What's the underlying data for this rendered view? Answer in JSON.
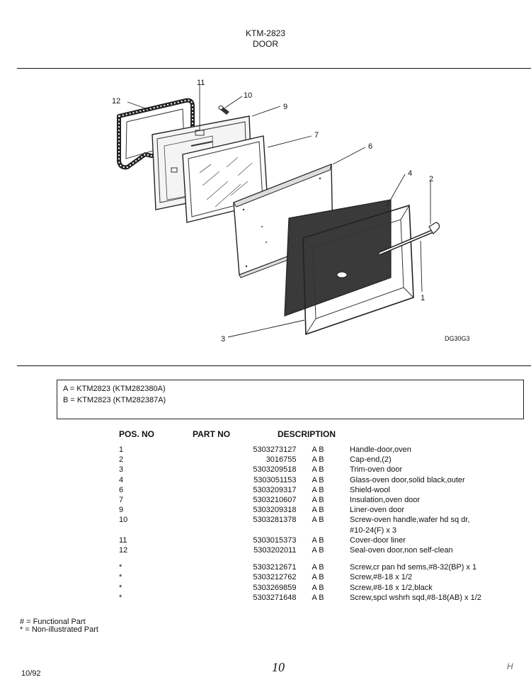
{
  "header": {
    "model": "KTM-2823",
    "section": "DOOR"
  },
  "diagram": {
    "code": "DG30G3",
    "callouts": [
      "12",
      "11",
      "10",
      "9",
      "7",
      "6",
      "4",
      "2",
      "1",
      "3"
    ]
  },
  "models": [
    {
      "key": "A",
      "text": "A  =  KTM2823 (KTM282380A)"
    },
    {
      "key": "B",
      "text": "B  =  KTM2823 (KTM282387A)"
    }
  ],
  "columns": {
    "pos": "POS. NO",
    "part": "PART NO",
    "desc": "DESCRIPTION"
  },
  "parts": [
    {
      "pos": "1",
      "part": "5303273127",
      "models": "A  B",
      "desc": "Handle-door,oven"
    },
    {
      "pos": "2",
      "part": "3016755",
      "models": "A  B",
      "desc": "Cap-end,(2)"
    },
    {
      "pos": "3",
      "part": "5303209518",
      "models": "A  B",
      "desc": "Trim-oven door"
    },
    {
      "pos": "4",
      "part": "5303051153",
      "models": "A  B",
      "desc": "Glass-oven door,solid black,outer"
    },
    {
      "pos": "6",
      "part": "5303209317",
      "models": "A  B",
      "desc": "Shield-wool"
    },
    {
      "pos": "7",
      "part": "5303210607",
      "models": "A  B",
      "desc": "Insulation,oven door"
    },
    {
      "pos": "9",
      "part": "5303209318",
      "models": "A  B",
      "desc": "Liner-oven door"
    },
    {
      "pos": "10",
      "part": "5303281378",
      "models": "A  B",
      "desc": "Screw-oven handle,wafer hd sq dr,",
      "desc2": "#10-24(F) x 3"
    },
    {
      "pos": "11",
      "part": "5303015373",
      "models": "A  B",
      "desc": "Cover-door liner"
    },
    {
      "pos": "12",
      "part": "5303202011",
      "models": "A  B",
      "desc": "Seal-oven door,non self-clean"
    }
  ],
  "extra_parts": [
    {
      "pos": "*",
      "part": "5303212671",
      "models": "A  B",
      "desc": "Screw,cr pan hd sems,#8-32(BP) x 1"
    },
    {
      "pos": "*",
      "part": "5303212762",
      "models": "A  B",
      "desc": "Screw,#8-18 x 1/2"
    },
    {
      "pos": "*",
      "part": "5303269859",
      "models": "A  B",
      "desc": "Screw,#8-18 x 1/2,black"
    },
    {
      "pos": "*",
      "part": "5303271648",
      "models": "A  B",
      "desc": "Screw,spcl wshrh sqd,#8-18(AB) x 1/2"
    }
  ],
  "legend": {
    "functional": "# = Functional Part",
    "non_illustrated": "* = Non-illustrated Part"
  },
  "footer": {
    "date": "10/92",
    "page": "10",
    "mark": "H"
  }
}
